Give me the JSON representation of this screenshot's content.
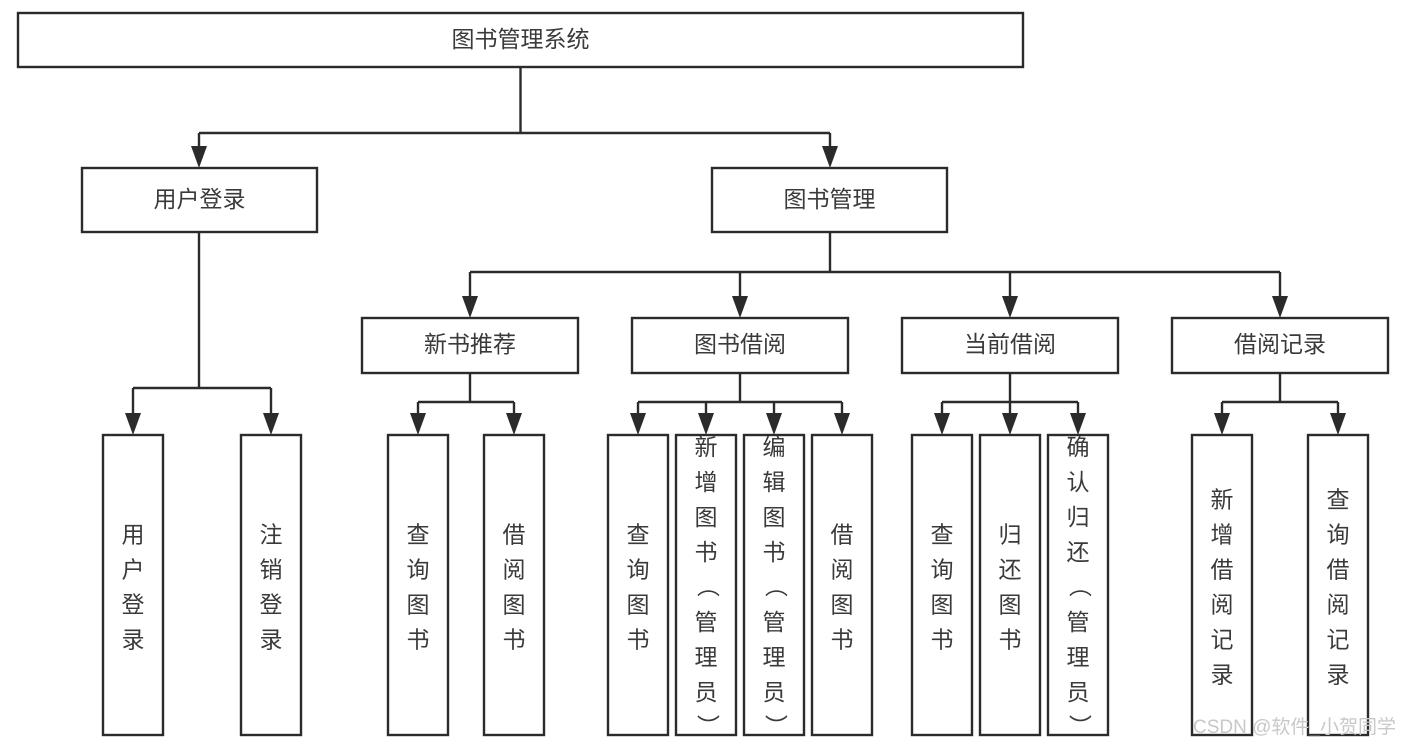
{
  "diagram": {
    "type": "tree-hierarchy",
    "title_node": {
      "id": "root",
      "label": "图书管理系统",
      "orientation": "horizontal"
    },
    "level2": [
      {
        "id": "user-login",
        "label": "用户登录",
        "orientation": "horizontal"
      },
      {
        "id": "book-manage",
        "label": "图书管理",
        "orientation": "horizontal"
      }
    ],
    "level3": [
      {
        "id": "new-book-recommend",
        "label": "新书推荐",
        "orientation": "horizontal",
        "parent": "book-manage"
      },
      {
        "id": "book-borrow",
        "label": "图书借阅",
        "orientation": "horizontal",
        "parent": "book-manage"
      },
      {
        "id": "current-borrow",
        "label": "当前借阅",
        "orientation": "horizontal",
        "parent": "book-manage"
      },
      {
        "id": "borrow-record",
        "label": "借阅记录",
        "orientation": "horizontal",
        "parent": "book-manage"
      }
    ],
    "leaves": [
      {
        "id": "leaf-user-login",
        "label": "用户登录",
        "orientation": "vertical",
        "parent": "user-login"
      },
      {
        "id": "leaf-user-logout",
        "label": "注销登录",
        "orientation": "vertical",
        "parent": "user-login"
      },
      {
        "id": "leaf-query-book-1",
        "label": "查询图书",
        "orientation": "vertical",
        "parent": "new-book-recommend"
      },
      {
        "id": "leaf-borrow-book-1",
        "label": "借阅图书",
        "orientation": "vertical",
        "parent": "new-book-recommend"
      },
      {
        "id": "leaf-query-book-2",
        "label": "查询图书",
        "orientation": "vertical",
        "parent": "book-borrow"
      },
      {
        "id": "leaf-add-book",
        "label": "新增图书（管理员）",
        "orientation": "vertical",
        "parent": "book-borrow"
      },
      {
        "id": "leaf-edit-book",
        "label": "编辑图书（管理员）",
        "orientation": "vertical",
        "parent": "book-borrow"
      },
      {
        "id": "leaf-borrow-book-2",
        "label": "借阅图书",
        "orientation": "vertical",
        "parent": "book-borrow"
      },
      {
        "id": "leaf-query-book-3",
        "label": "查询图书",
        "orientation": "vertical",
        "parent": "current-borrow"
      },
      {
        "id": "leaf-return-book",
        "label": "归还图书",
        "orientation": "vertical",
        "parent": "current-borrow"
      },
      {
        "id": "leaf-confirm-return",
        "label": "确认归还（管理员）",
        "orientation": "vertical",
        "parent": "current-borrow"
      },
      {
        "id": "leaf-add-record",
        "label": "新增借阅记录",
        "orientation": "vertical",
        "parent": "borrow-record"
      },
      {
        "id": "leaf-query-record",
        "label": "查询借阅记录",
        "orientation": "vertical",
        "parent": "borrow-record"
      }
    ]
  },
  "watermark": {
    "text": "CSDN @软件_小贺同学"
  },
  "colors": {
    "line": "#2b2b2b",
    "text": "#3a3a3a",
    "background": "#ffffff",
    "watermark": "#c8c8c8"
  }
}
